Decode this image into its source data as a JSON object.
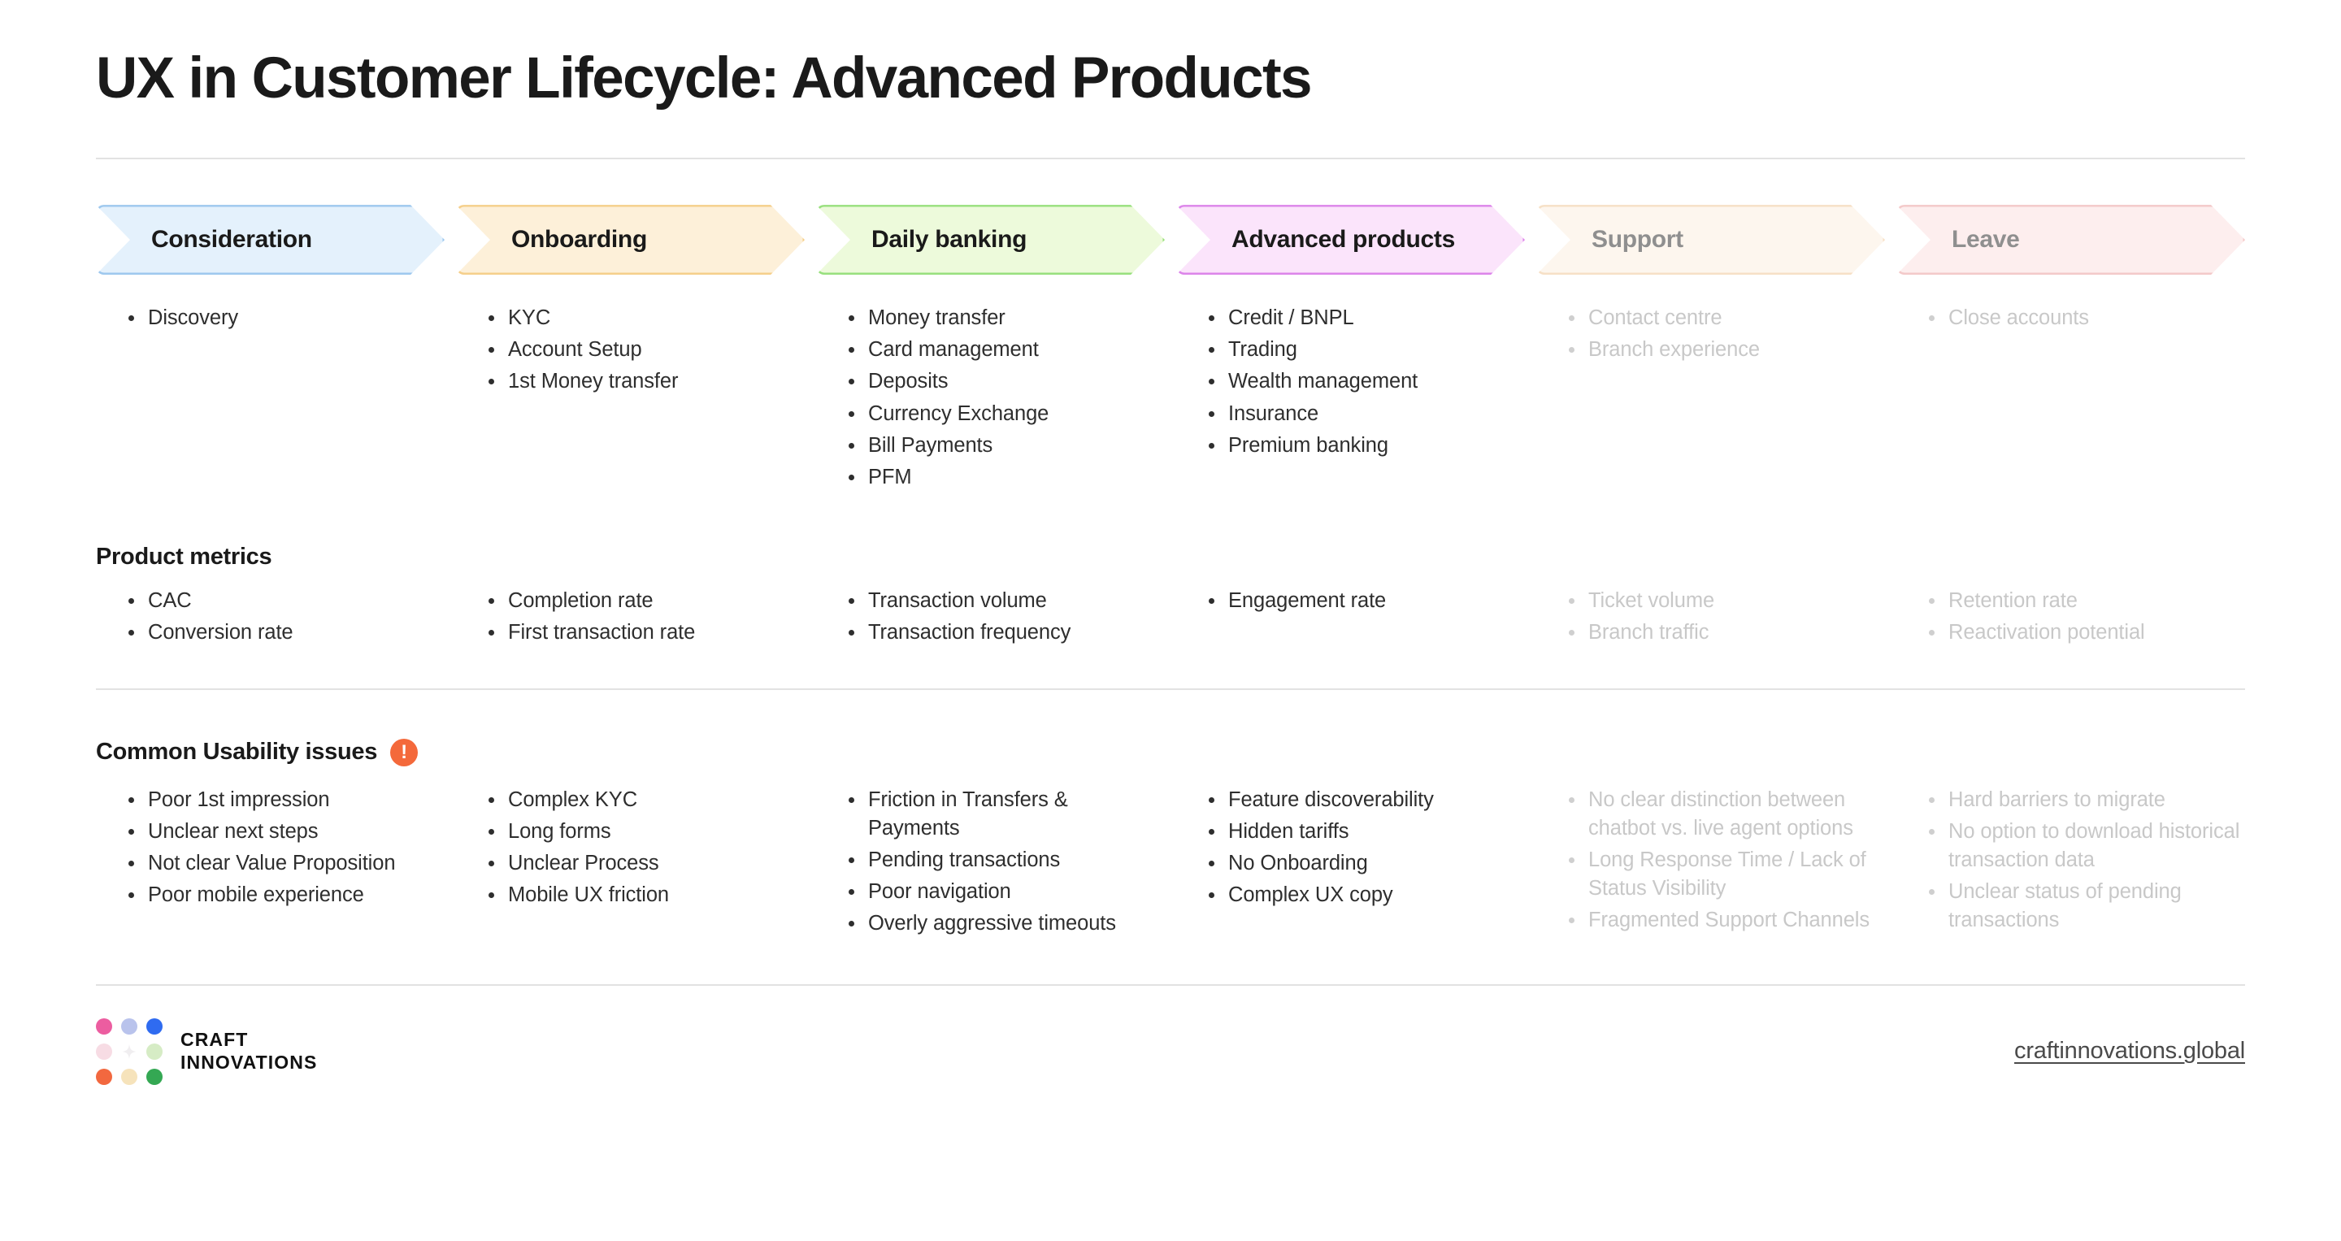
{
  "header": {
    "title": "UX in Customer Lifecycle: Advanced Products"
  },
  "stages": [
    {
      "name": "Consideration",
      "dim": false,
      "fill": "#e4f1fc",
      "border": "#9ec8ee",
      "text": "#1a1a1a",
      "journey": [
        "Discovery"
      ],
      "metrics": [
        "CAC",
        "Conversion rate"
      ],
      "issues": [
        "Poor 1st impression",
        "Unclear next steps",
        "Not clear Value Proposition",
        "Poor mobile experience"
      ]
    },
    {
      "name": "Onboarding",
      "dim": false,
      "fill": "#fdf0d9",
      "border": "#f5cf8b",
      "text": "#1a1a1a",
      "journey": [
        "KYC",
        "Account Setup",
        "1st Money transfer"
      ],
      "metrics": [
        "Completion rate",
        "First transaction rate"
      ],
      "issues": [
        "Complex KYC",
        "Long forms",
        "Unclear Process",
        "Mobile UX friction"
      ]
    },
    {
      "name": "Daily banking",
      "dim": false,
      "fill": "#edfadb",
      "border": "#98e07e",
      "text": "#1a1a1a",
      "journey": [
        "Money transfer",
        "Card management",
        "Deposits",
        "Currency Exchange",
        "Bill Payments",
        "PFM"
      ],
      "metrics": [
        "Transaction volume",
        "Transaction frequency"
      ],
      "issues": [
        "Friction in Transfers & Payments",
        "Pending transactions",
        "Poor navigation",
        "Overly aggressive timeouts"
      ]
    },
    {
      "name": "Advanced products",
      "dim": false,
      "fill": "#fbe4fb",
      "border": "#dc85ea",
      "text": "#1a1a1a",
      "journey": [
        "Credit / BNPL",
        "Trading",
        "Wealth management",
        "Insurance",
        "Premium banking"
      ],
      "metrics": [
        "Engagement rate"
      ],
      "issues": [
        "Feature discoverability",
        "Hidden tariffs",
        "No Onboarding",
        "Complex UX copy"
      ]
    },
    {
      "name": "Support",
      "dim": true,
      "fill": "#fdf6ee",
      "border": "#f6e0c6",
      "text": "#8f8f8f",
      "journey": [
        "Contact centre",
        "Branch experience"
      ],
      "metrics": [
        "Ticket volume",
        "Branch traffic"
      ],
      "issues": [
        "No clear distinction between chatbot vs. live agent options",
        "Long Response Time / Lack of Status Visibility",
        "Fragmented Support Channels"
      ]
    },
    {
      "name": "Leave",
      "dim": true,
      "fill": "#fdeeee",
      "border": "#f3c9c9",
      "text": "#8f8f8f",
      "journey": [
        "Close accounts"
      ],
      "metrics": [
        "Retention rate",
        "Reactivation potential"
      ],
      "issues": [
        "Hard barriers to migrate",
        "No option to download historical transaction data",
        "Unclear status of pending transactions"
      ]
    }
  ],
  "sections": {
    "metrics_heading": "Product metrics",
    "issues_heading": "Common Usability issues",
    "issues_badge_glyph": "!"
  },
  "footer": {
    "logo_line1": "CRAFT",
    "logo_line2": "INNOVATIONS",
    "site": "craftinnovations.global",
    "logo_dots": [
      "#ec5da0",
      "#b9c3ec",
      "#2f6bf0",
      "#f7dce4",
      "sparkle",
      "#d6ecc5",
      "#f2683f",
      "#f6e3bb",
      "#34a853"
    ]
  },
  "theme": {
    "accent_warning": "#f4693b",
    "text_primary": "#1a1a1a",
    "text_body": "#2e2e2e",
    "text_dim": "#c8c8c8",
    "rule": "#e2e2e2"
  }
}
